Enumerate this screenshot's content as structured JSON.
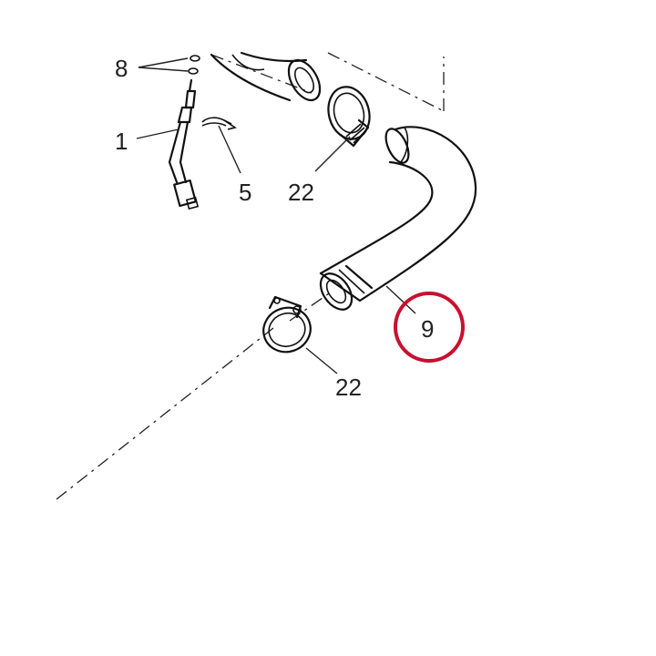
{
  "callouts": {
    "c8": "8",
    "c1": "1",
    "c5": "5",
    "c22_top": "22",
    "c9": "9",
    "c22_bottom": "22"
  },
  "colors": {
    "line": "#111111",
    "highlight_ring": "#c8102e",
    "background": "#ffffff"
  }
}
